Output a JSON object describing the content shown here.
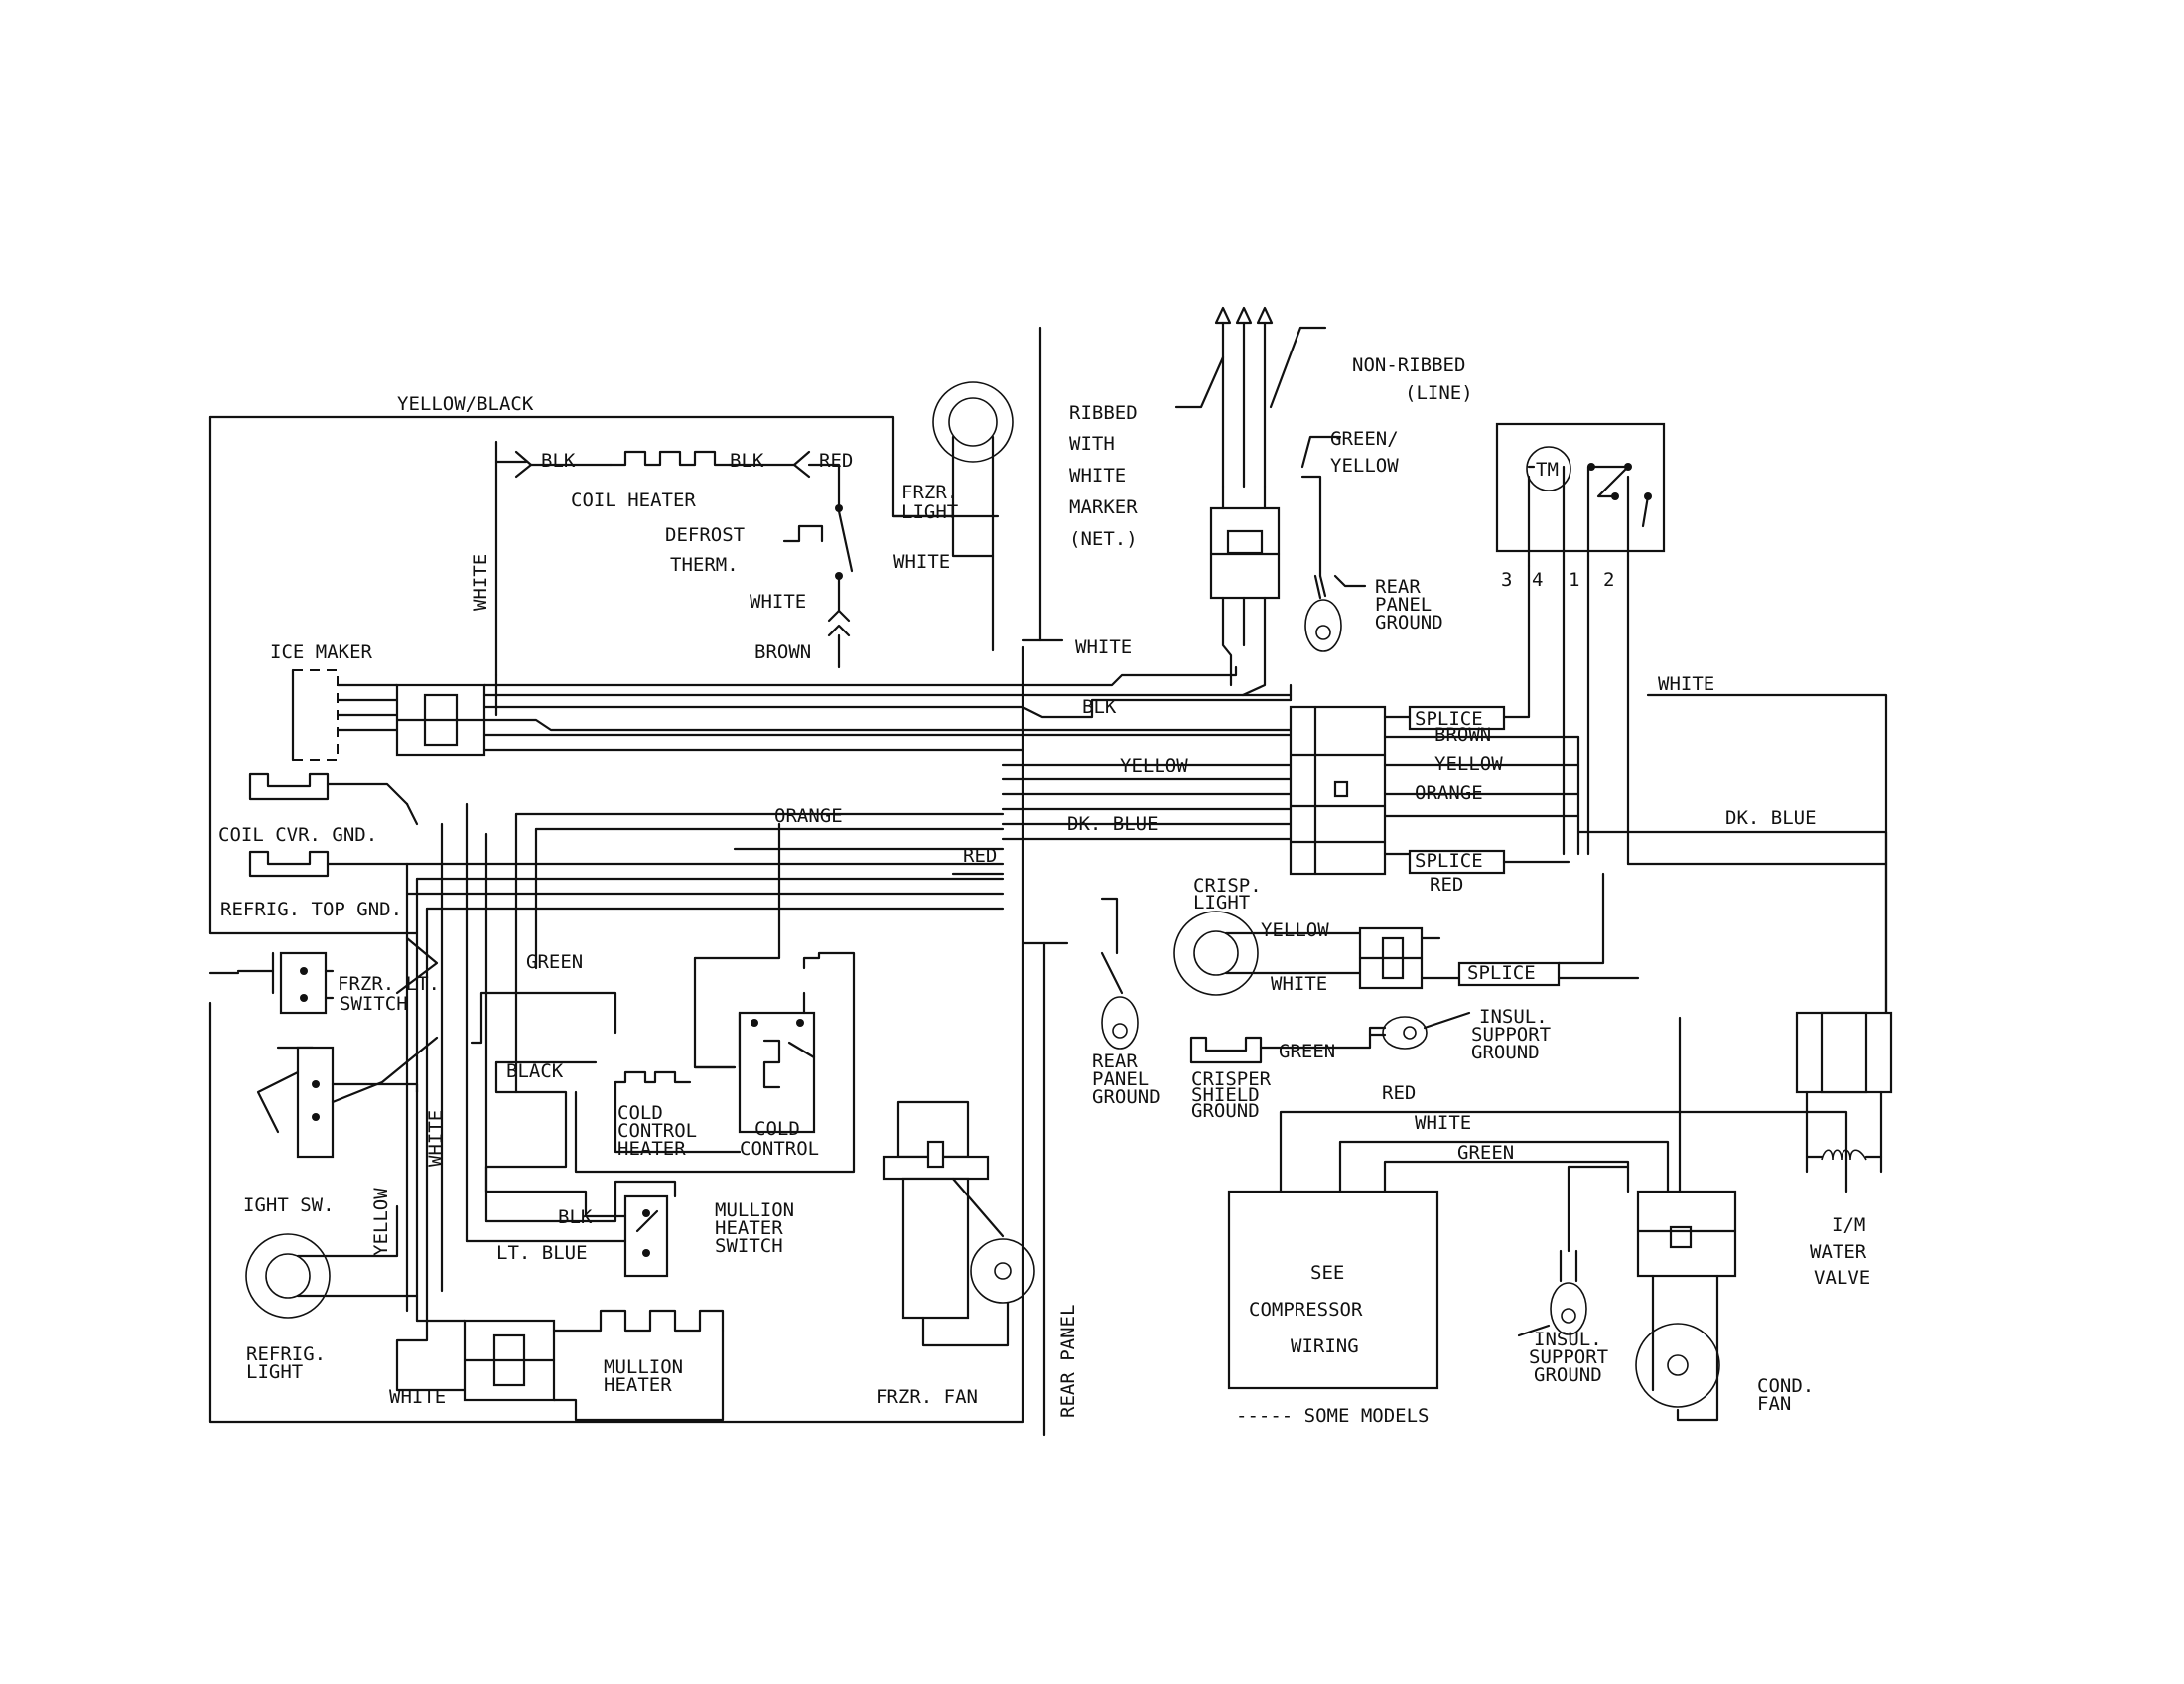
{
  "labels": {
    "yellow_black": "YELLOW/BLACK",
    "blk_left": "BLK",
    "blk_right": "BLK",
    "red_top": "RED",
    "coil_heater": "COIL HEATER",
    "defrost": "DEFROST",
    "therm": "THERM.",
    "white_therm": "WHITE",
    "white_vertical": "WHITE",
    "brown": "BROWN",
    "frzr_light_1": "FRZR.",
    "frzr_light_2": "LIGHT",
    "white_frzr": "WHITE",
    "ribbed_1": "RIBBED",
    "ribbed_2": "WITH",
    "ribbed_3": "WHITE",
    "ribbed_4": "MARKER",
    "ribbed_5": "(NET.)",
    "non_ribbed_1": "NON-RIBBED",
    "non_ribbed_2": "(LINE)",
    "green_yellow_1": "GREEN/",
    "green_yellow_2": "YELLOW",
    "rear_panel_ground_top_1": "REAR",
    "rear_panel_ground_top_2": "PANEL",
    "rear_panel_ground_top_3": "GROUND",
    "white_mid": "WHITE",
    "tm": "TM",
    "term_3": "3",
    "term_4": "4",
    "term_1": "1",
    "term_2": "2",
    "ice_maker": "ICE MAKER",
    "blk_mid": "BLK",
    "splice_1": "SPLICE",
    "brown_right": "BROWN",
    "white_right": "WHITE",
    "yellow_mid": "YELLOW",
    "yellow_right": "YELLOW",
    "orange_right": "ORANGE",
    "orange_mid": "ORANGE",
    "dk_blue_mid": "DK. BLUE",
    "dk_blue_right": "DK. BLUE",
    "coil_cvr_gnd": "COIL CVR. GND.",
    "splice_2": "SPLICE",
    "red_right": "RED",
    "red_mid": "RED",
    "refrig_top_gnd": "REFRIG. TOP GND.",
    "crisp_light_1": "CRISP.",
    "crisp_light_2": "LIGHT",
    "yellow_crisp": "YELLOW",
    "white_crisp": "WHITE",
    "splice_3": "SPLICE",
    "green_left": "GREEN",
    "frzr_lt_switch_1": "FRZR. LT.",
    "frzr_lt_switch_2": "SWITCH",
    "rear_panel_ground_mid_1": "REAR",
    "rear_panel_ground_mid_2": "PANEL",
    "rear_panel_ground_mid_3": "GROUND",
    "insul_support_ground_top_1": "INSUL.",
    "insul_support_ground_top_2": "SUPPORT",
    "insul_support_ground_top_3": "GROUND",
    "green_crisper": "GREEN",
    "crisper_shield_ground_1": "CRISPER",
    "crisper_shield_ground_2": "SHIELD",
    "crisper_shield_ground_3": "GROUND",
    "black_left": "BLACK",
    "cold_control_heater_1": "COLD",
    "cold_control_heater_2": "CONTROL",
    "cold_control_heater_3": "HEATER",
    "cold_control_1": "COLD",
    "cold_control_2": "CONTROL",
    "red_lower": "RED",
    "white_lower": "WHITE",
    "green_lower": "GREEN",
    "white_left_vertical": "WHITE",
    "yellow_left_vertical": "YELLOW",
    "light_sw": "IGHT SW.",
    "blk_lower": "BLK",
    "lt_blue": "LT. BLUE",
    "mullion_heater_switch_1": "MULLION",
    "mullion_heater_switch_2": "HEATER",
    "mullion_heater_switch_3": "SWITCH",
    "see_compressor_1": "SEE",
    "see_compressor_2": "COMPRESSOR",
    "see_compressor_3": "WIRING",
    "im_water_valve_1": "I/M",
    "im_water_valve_2": "WATER",
    "im_water_valve_3": "VALVE",
    "insul_support_ground_bot_1": "INSUL.",
    "insul_support_ground_bot_2": "SUPPORT",
    "insul_support_ground_bot_3": "GROUND",
    "refrig_light_1": "REFRIG.",
    "refrig_light_2": "LIGHT",
    "white_bottom": "WHITE",
    "mullion_heater_1": "MULLION",
    "mullion_heater_2": "HEATER",
    "frzr_fan": "FRZR. FAN",
    "rear_panel_vertical": "REAR PANEL",
    "some_models": "----- SOME MODELS",
    "cond_fan_1": "COND.",
    "cond_fan_2": "FAN"
  }
}
